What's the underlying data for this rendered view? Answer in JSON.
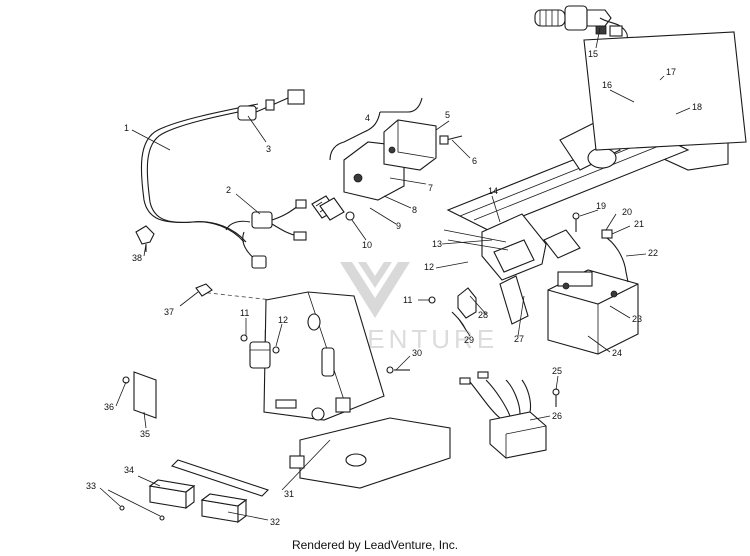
{
  "watermark": {
    "brand_text": "LEADVENTURE"
  },
  "footer": {
    "text": "Rendered by LeadVenture, Inc."
  },
  "callouts": {
    "c1": "1",
    "c2": "2",
    "c3": "3",
    "c4": "4",
    "c5": "5",
    "c6": "6",
    "c7": "7",
    "c8": "8",
    "c9": "9",
    "c10": "10",
    "c11a": "11",
    "c11b": "11",
    "c12a": "12",
    "c12b": "12",
    "c13": "13",
    "c14": "14",
    "c15": "15",
    "c16": "16",
    "c17": "17",
    "c18": "18",
    "c19": "19",
    "c20": "20",
    "c21": "21",
    "c22": "22",
    "c23": "23",
    "c24": "24",
    "c25": "25",
    "c26": "26",
    "c27": "27",
    "c28": "28",
    "c29": "29",
    "c30": "30",
    "c31": "31",
    "c32": "32",
    "c33": "33",
    "c34": "34",
    "c35": "35",
    "c36": "36",
    "c37": "37",
    "c38": "38"
  }
}
